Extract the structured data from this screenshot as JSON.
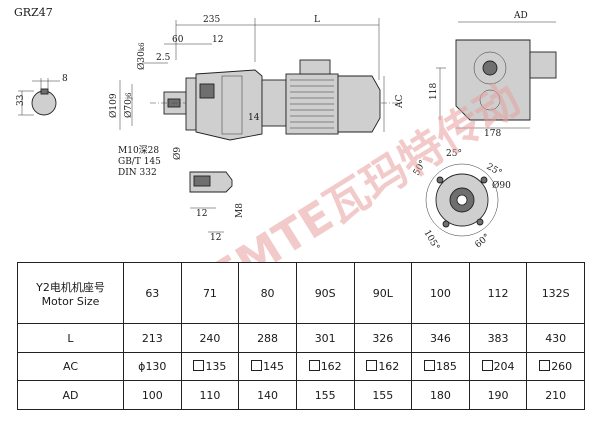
{
  "drawing": {
    "model": "GRZ47",
    "shaft_key": {
      "width": "8",
      "height": "33"
    },
    "dimensions": {
      "overall_235": "235",
      "motor_length": "L",
      "flange_60": "60",
      "shoulder_12": "12",
      "shoulder_2_5": "2.5",
      "shaft_dia": "Ø30",
      "shaft_dia_tol": "k6",
      "pilot_dia": "Ø70",
      "pilot_tol": "j6",
      "flange_dia": "Ø109",
      "flange_14": "14",
      "motor_AC": "AC",
      "side_AD": "AD",
      "side_118": "118",
      "side_178": "178",
      "thread_note": [
        "M10深28",
        "GB/T 145",
        "DIN 332"
      ],
      "detail_9": "Ø9",
      "detail_12a": "12",
      "detail_12b": "12",
      "detail_M8": "M8",
      "angle_50": "50°",
      "angle_25a": "25°",
      "angle_25b": "25°",
      "angle_90": "Ø90",
      "angle_105": "105°",
      "angle_60": "60°"
    },
    "watermark": "VEMTE瓦玛特传动"
  },
  "table": {
    "header_label_cn": "Y2电机机座号",
    "header_label_en": "Motor Size",
    "motor_sizes": [
      "63",
      "71",
      "80",
      "90S",
      "90L",
      "100",
      "112",
      "132S"
    ],
    "rows": [
      {
        "label": "L",
        "values": [
          "213",
          "240",
          "288",
          "301",
          "326",
          "346",
          "383",
          "430"
        ]
      },
      {
        "label": "AC",
        "values": [
          {
            "prefix": "ϕ",
            "boxed": false,
            "value": "130"
          },
          {
            "prefix": "",
            "boxed": true,
            "value": "135"
          },
          {
            "prefix": "",
            "boxed": true,
            "value": "145"
          },
          {
            "prefix": "",
            "boxed": true,
            "value": "162"
          },
          {
            "prefix": "",
            "boxed": true,
            "value": "162"
          },
          {
            "prefix": "",
            "boxed": true,
            "value": "185"
          },
          {
            "prefix": "",
            "boxed": true,
            "value": "204"
          },
          {
            "prefix": "",
            "boxed": true,
            "value": "260"
          }
        ]
      },
      {
        "label": "AD",
        "values": [
          "100",
          "110",
          "140",
          "155",
          "155",
          "180",
          "190",
          "210"
        ]
      }
    ]
  }
}
